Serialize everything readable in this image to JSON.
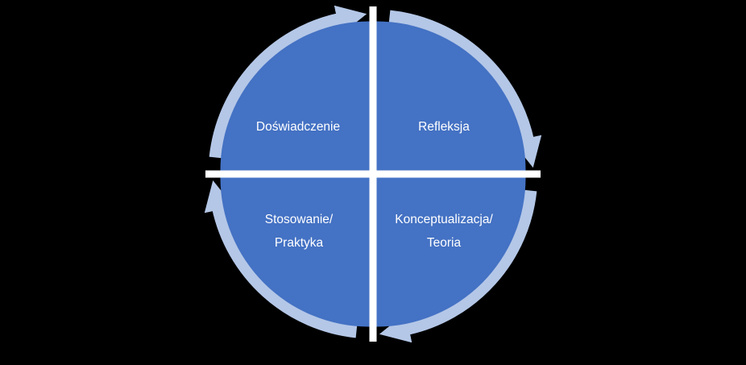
{
  "background": "#000000",
  "diagram": {
    "type": "cycle",
    "direction": "clockwise",
    "colors": {
      "quadrant_fill": "#4472C4",
      "ring": "#B4C7E7",
      "label_text": "#FFFFFF",
      "divider": "#FFFFFF"
    },
    "quadrants": [
      {
        "position": "top-left",
        "lines": [
          "Doświadczenie"
        ]
      },
      {
        "position": "top-right",
        "lines": [
          "Refleksja"
        ]
      },
      {
        "position": "bottom-right",
        "lines": [
          "Konceptualizacja/",
          "Teoria"
        ]
      },
      {
        "position": "bottom-left",
        "lines": [
          "Stosowanie/",
          "Praktyka"
        ]
      }
    ]
  }
}
